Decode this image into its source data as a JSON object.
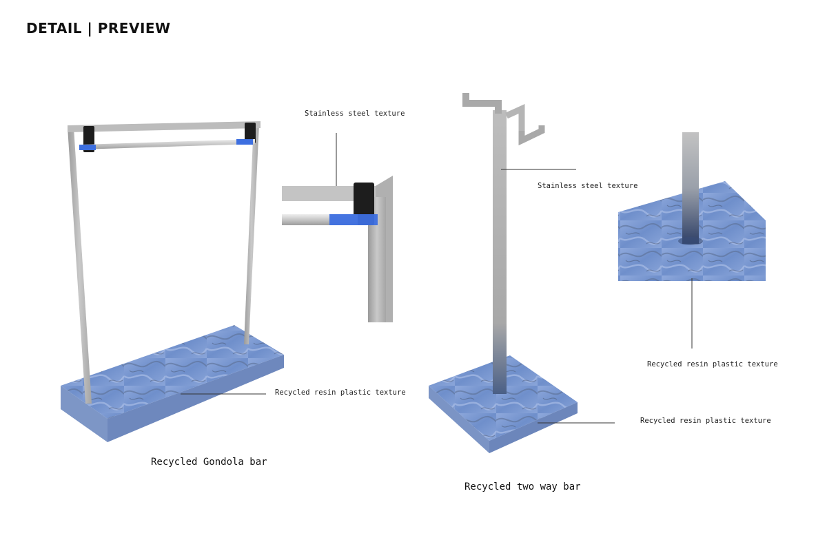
{
  "header": {
    "title": "DETAIL | PREVIEW"
  },
  "gondola": {
    "caption": "Recycled Gondola bar",
    "detail_label": "Stainless steel texture",
    "base_label": "Recycled resin plastic texture"
  },
  "two_way": {
    "caption": "Recycled two way bar",
    "pole_label": "Stainless steel texture",
    "detail_base_label": "Recycled resin plastic texture",
    "base_label": "Recycled resin plastic texture"
  },
  "colors": {
    "steel": "#b9b9b9",
    "resin": "#7f9ed4",
    "accent_blue": "#3d6fe0",
    "clamp": "#1d1d1d"
  }
}
